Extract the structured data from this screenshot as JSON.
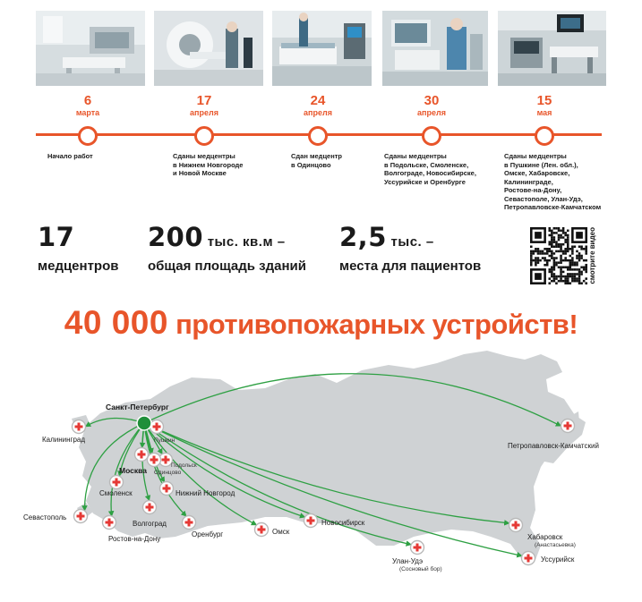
{
  "photos": [
    {
      "name": "medical-room-photo-1"
    },
    {
      "name": "ct-scanner-photo"
    },
    {
      "name": "ward-bed-photo"
    },
    {
      "name": "equipment-photo"
    },
    {
      "name": "operating-room-photo"
    }
  ],
  "timeline": [
    {
      "day": "6",
      "month": "марта",
      "desc": "Начало работ"
    },
    {
      "day": "17",
      "month": "апреля",
      "desc": "Сданы медцентры\nв Нижнем Новгороде\nи Новой Москве"
    },
    {
      "day": "24",
      "month": "апреля",
      "desc": "Сдан медцентр\nв Одинцово"
    },
    {
      "day": "30",
      "month": "апреля",
      "desc": "Сданы медцентры\nв Подольске, Смоленске,\nВолгограде, Новосибирске,\nУссурийске и Оренбурге"
    },
    {
      "day": "15",
      "month": "мая",
      "desc": "Сданы медцентры\nв Пушкине (Лен. обл.),\nОмске, Хабаровске,\nКалининграде,\nРостове-на-Дону,\nСевастополе, Улан-Удэ,\nПетропавловске-Камчатском"
    }
  ],
  "stats": [
    {
      "number": "17",
      "unit": "",
      "label": "медцентров"
    },
    {
      "number": "200",
      "unit": " тыс. кв.м –",
      "label": "общая площадь зданий"
    },
    {
      "number": "2,5",
      "unit": " тыс. –",
      "label": "места для пациентов"
    }
  ],
  "qr": {
    "caption": "смотрите видео"
  },
  "headline": {
    "number": "40 000",
    "text": " противопожарных устройств!"
  },
  "map": {
    "origin": "Санкт-Петербург",
    "cities": [
      {
        "id": "pushkin",
        "label": "Пушкин"
      },
      {
        "id": "kaliningrad",
        "label": "Калининград"
      },
      {
        "id": "moscow",
        "label": "Москва"
      },
      {
        "id": "podolsk",
        "label": "Подольск"
      },
      {
        "id": "odintsovo",
        "label": "Одинцово"
      },
      {
        "id": "smolensk",
        "label": "Смоленск"
      },
      {
        "id": "nnovgorod",
        "label": "Нижний Новгород"
      },
      {
        "id": "sevastopol",
        "label": "Севастополь"
      },
      {
        "id": "volgograd",
        "label": "Волгоград"
      },
      {
        "id": "rostov",
        "label": "Ростов-на-Дону"
      },
      {
        "id": "orenburg",
        "label": "Оренбург"
      },
      {
        "id": "omsk",
        "label": "Омск"
      },
      {
        "id": "novosibirsk",
        "label": "Новосибирск"
      },
      {
        "id": "ulanude",
        "label": "Улан-Удэ",
        "sub": "(Сосновый бор)"
      },
      {
        "id": "khabarovsk",
        "label": "Хабаровск",
        "sub": "(Анастасьевка)"
      },
      {
        "id": "ussuriysk",
        "label": "Уссурийск"
      },
      {
        "id": "kamchatka",
        "label": "Петропавловск-Камчатский"
      }
    ]
  },
  "colors": {
    "accent": "#e8552a",
    "route": "#2ea043",
    "land": "#cfd2d4",
    "origin": "#1f8f3a"
  }
}
